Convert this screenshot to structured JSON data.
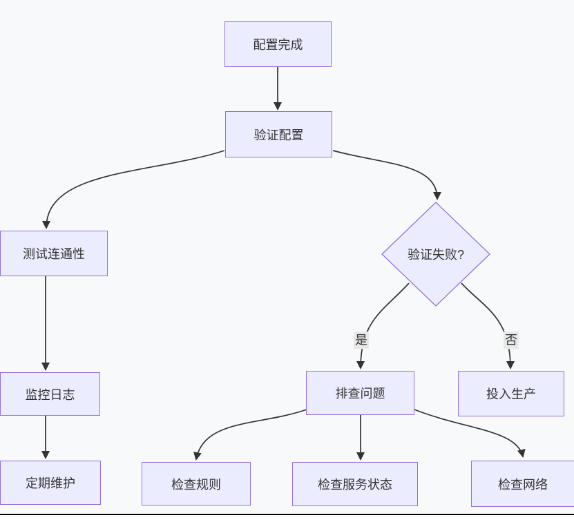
{
  "diagram": {
    "type": "flowchart",
    "direction": "top-down",
    "colors": {
      "background": "#f8f9fb",
      "node_fill": "#ececff",
      "node_border": "#9370db",
      "edge_color": "#333333",
      "text_color": "#333333",
      "edge_label_bg": "#e8e8e8",
      "bottom_rule": "#000000"
    },
    "nodes": [
      {
        "id": "config-done",
        "shape": "rect",
        "label": "配置完成"
      },
      {
        "id": "verify-config",
        "shape": "rect",
        "label": "验证配置"
      },
      {
        "id": "test-connectivity",
        "shape": "rect",
        "label": "测试连通性"
      },
      {
        "id": "verify-failed",
        "shape": "diamond",
        "label": "验证失败?"
      },
      {
        "id": "monitor-logs",
        "shape": "rect",
        "label": "监控日志"
      },
      {
        "id": "troubleshoot",
        "shape": "rect",
        "label": "排查问题"
      },
      {
        "id": "production",
        "shape": "rect",
        "label": "投入生产"
      },
      {
        "id": "maintenance",
        "shape": "rect",
        "label": "定期维护"
      },
      {
        "id": "check-rules",
        "shape": "rect",
        "label": "检查规则"
      },
      {
        "id": "check-service-status",
        "shape": "rect",
        "label": "检查服务状态"
      },
      {
        "id": "check-network",
        "shape": "rect",
        "label": "检查网络"
      }
    ],
    "edges": [
      {
        "from": "config-done",
        "to": "verify-config",
        "label": ""
      },
      {
        "from": "verify-config",
        "to": "test-connectivity",
        "label": ""
      },
      {
        "from": "verify-config",
        "to": "verify-failed",
        "label": ""
      },
      {
        "from": "test-connectivity",
        "to": "monitor-logs",
        "label": ""
      },
      {
        "from": "monitor-logs",
        "to": "maintenance",
        "label": ""
      },
      {
        "from": "verify-failed",
        "to": "troubleshoot",
        "label": "是"
      },
      {
        "from": "verify-failed",
        "to": "production",
        "label": "否"
      },
      {
        "from": "troubleshoot",
        "to": "check-rules",
        "label": ""
      },
      {
        "from": "troubleshoot",
        "to": "check-service-status",
        "label": ""
      },
      {
        "from": "troubleshoot",
        "to": "check-network",
        "label": ""
      }
    ]
  }
}
